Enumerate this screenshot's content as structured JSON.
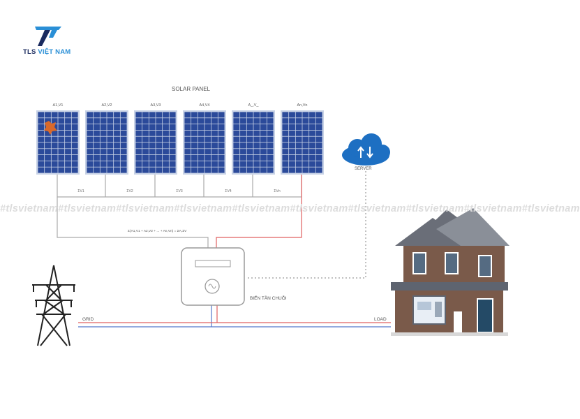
{
  "logo": {
    "word1": "TLS",
    "word2": "VIỆT NAM"
  },
  "watermark": "#tlsvietnam#tlsvietnam#tlsvietnam#tlsvietnam#tlsvietnam#tlsvietnam#tlsvietnam#tlsvietnam#tlsvietnam#tlsvietnam",
  "diagram": {
    "solar_panel_title": "SOLAR PANEL",
    "panel_labels": [
      "A1,V1",
      "A2,V2",
      "A3,V3",
      "A4,V4",
      "A_,V_",
      "An,Vn"
    ],
    "bus_labels": [
      "ΣV1",
      "ΣV2",
      "ΣV3",
      "ΣV4",
      "ΣVn"
    ],
    "sum_label": "Σ(A1,V1 + A2,V2 + ... + An,Vn) = ΣA,ΣV",
    "server_label": "SERVER",
    "inverter_label": "BIẾN TẦN CHUỖI",
    "grid_label": "GRID",
    "load_label": "LOAD"
  },
  "colors": {
    "panel_blue": "#2b4a9a",
    "panel_frame": "#c9d3e6",
    "wire_red": "#e06060",
    "wire_blue": "#5577cc",
    "wire_gray": "#aaaaaa",
    "cloud_blue": "#1d6fc2",
    "house_brown": "#7a5a4a",
    "roof_gray": "#6a6e78"
  }
}
